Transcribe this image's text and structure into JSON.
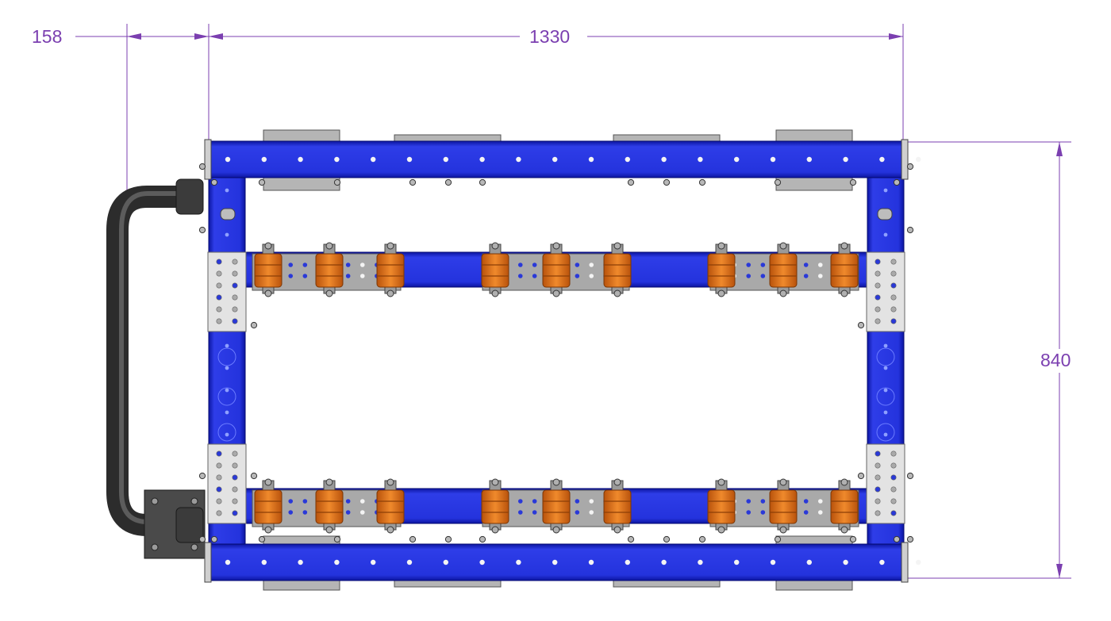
{
  "dimensions": {
    "handle_offset": "158",
    "frame_length": "1330",
    "frame_width": "840"
  },
  "colors": {
    "dimension": "#7b3fb0",
    "frame_blue": "#1f2fd6",
    "frame_blue_dark": "#0c15a0",
    "plate_gray": "#d9d9d9",
    "bracket_gray": "#9c9c9c",
    "roller_orange": "#e8731c",
    "handle_dark": "#3c3c3c"
  },
  "icons": {
    "arrow": "dimension-arrowhead",
    "bolt": "bolt-head",
    "hole": "frame-hole"
  }
}
